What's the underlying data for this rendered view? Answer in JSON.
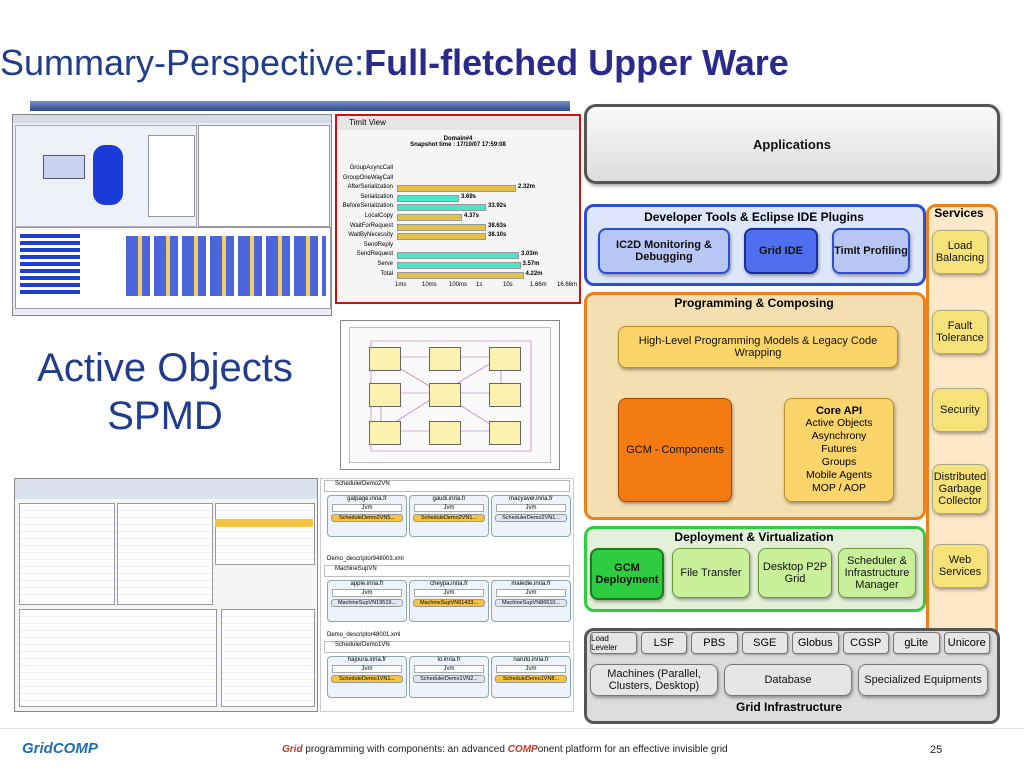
{
  "title": {
    "prefix": "Summary-Perspective:",
    "bold": "Full-fletched Upper Ware"
  },
  "left_labels": {
    "line1": "Active Objects",
    "line2": "SPMD"
  },
  "timit": {
    "tab": "TimIt View",
    "domain": "Domain#4",
    "snapshot": "Snapshot time : 17/10/07 17:59:08",
    "rows": [
      {
        "label": "GroupAsyncCall",
        "value": "",
        "frac": 0
      },
      {
        "label": "GroupOneWayCall",
        "value": "",
        "frac": 0
      },
      {
        "label": "AfterSerialization",
        "value": "2.32m",
        "frac": 0.78
      },
      {
        "label": "Serialization",
        "value": "3.69s",
        "frac": 0.4
      },
      {
        "label": "BeforeSerialization",
        "value": "33.92s",
        "frac": 0.58
      },
      {
        "label": "LocalCopy",
        "value": "4.37s",
        "frac": 0.42
      },
      {
        "label": "WaitForRequest",
        "value": "38.63s",
        "frac": 0.58
      },
      {
        "label": "WaitByNecessity",
        "value": "38.10s",
        "frac": 0.58
      },
      {
        "label": "SendReply",
        "value": "",
        "frac": 0
      },
      {
        "label": "SendRequest",
        "value": "3.03m",
        "frac": 0.8
      },
      {
        "label": "Serve",
        "value": "3.57m",
        "frac": 0.81
      },
      {
        "label": "Total",
        "value": "4.22m",
        "frac": 0.83
      }
    ],
    "axis": [
      "1ms",
      "10ms",
      "100ms",
      "1s",
      "10s",
      "1.66m",
      "16.66m"
    ]
  },
  "deploy_panel": {
    "sections": [
      {
        "header": "SchedulerDemo2VN",
        "hosts": [
          {
            "host": "galpage.inria.fr",
            "jvm": "Jvm",
            "node": "ScheduleDemo2VN5..."
          },
          {
            "host": "gaudi.inria.fr",
            "jvm": "Jvm",
            "node": "ScheduleDemo2VN1..."
          },
          {
            "host": "macyavel.inria.fr",
            "jvm": "Jvm",
            "node": "SchedulerDemo2VN1..."
          }
        ]
      },
      {
        "header": "MachineSupVN",
        "file": "Demo_descriptor948003.xml",
        "hosts": [
          {
            "host": "apple.inria.fr",
            "jvm": "Jvm",
            "node": "MachineSupVN19519..."
          },
          {
            "host": "cheypa.inria.fr",
            "jvm": "Jvm",
            "node": "MachineSupVN91433..."
          },
          {
            "host": "maledie.inria.fr",
            "jvm": "Jvm",
            "node": "MachineSupVN86610..."
          }
        ]
      },
      {
        "header": "SchedulerDemo1VN",
        "file": "Demo_descriptor48001.xml",
        "hosts": [
          {
            "host": "hajoura.inria.fr",
            "jvm": "Jvm",
            "node": "ScheduleDemo1VN1..."
          },
          {
            "host": "lo.inria.fr",
            "jvm": "Jvm",
            "node": "SchedulerDemo1VN2..."
          },
          {
            "host": "naruto.inria.fr",
            "jvm": "Jvm",
            "node": "ScheduleDemo1VN8..."
          }
        ]
      }
    ]
  },
  "arch": {
    "applications": "Applications",
    "services_title": "Services",
    "services": [
      "Load Balancing",
      "Fault Tolerance",
      "Security",
      "Distributed Garbage Collector",
      "Web Services"
    ],
    "devtools": {
      "title": "Developer Tools & Eclipse IDE Plugins",
      "items": [
        "IC2D Monitoring & Debugging",
        "Grid IDE",
        "TimIt Profiling"
      ]
    },
    "programming": {
      "title": "Programming & Composing",
      "models": "High-Level Programming Models & Legacy Code Wrapping",
      "gcm": "GCM - Components",
      "core_title": "Core API",
      "core_items": [
        "Active Objects",
        "Asynchrony",
        "Futures",
        "Groups",
        "Mobile Agents",
        "MOP / AOP"
      ]
    },
    "deployment": {
      "title": "Deployment & Virtualization",
      "items": [
        "GCM Deployment",
        "File Transfer",
        "Desktop P2P Grid",
        "Scheduler & Infrastructure Manager"
      ]
    },
    "infra": {
      "title": "Grid Infrastructure",
      "schedulers": [
        "Load Leveler",
        "LSF",
        "PBS",
        "SGE",
        "Globus",
        "CGSP",
        "gLite",
        "Unicore"
      ],
      "machines": "Machines (Parallel, Clusters, Desktop)",
      "database": "Database",
      "equip": "Specialized Equipments"
    }
  },
  "footer": {
    "logo": "GridCOMP",
    "grid": "Grid",
    "middle": " programming with components: an advanced ",
    "comp": "COMP",
    "end": "onent platform for an effective invisible grid",
    "page": "25"
  },
  "colors": {
    "title": "#1f3d8a",
    "services_orange": "#f07f1a",
    "devtools_blue": "#2a4fd6",
    "green": "#2ecc40",
    "yellow_box": "#f7e27a",
    "orange_box": "#f47a12"
  }
}
